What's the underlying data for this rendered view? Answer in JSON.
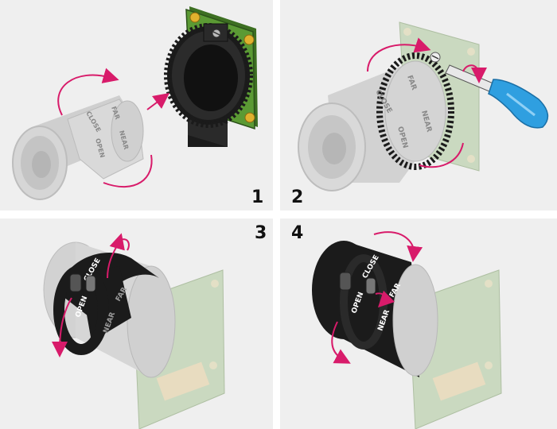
{
  "panels": [
    {
      "step": "1",
      "ring_labels": {
        "close": "CLOSE",
        "open": "OPEN",
        "far": "FAR",
        "near": "NEAR"
      }
    },
    {
      "step": "2",
      "ring_labels": {
        "close": "CLOSE",
        "open": "OPEN",
        "far": "FAR",
        "near": "NEAR"
      }
    },
    {
      "step": "3",
      "ring_labels": {
        "close": "CLOSE",
        "open": "OPEN",
        "far": "FAR",
        "near": "NEAR"
      }
    },
    {
      "step": "4",
      "ring_labels": {
        "close": "CLOSE",
        "open": "OPEN",
        "far": "FAR",
        "near": "NEAR"
      }
    }
  ],
  "colors": {
    "arrow": "#d81b6a",
    "pcb": "#4f8a2d",
    "pcb_ghost": "#c9d8bf",
    "lens_ghost": "#d2d2d2",
    "mount": "#1b1b1b",
    "screwdriver": "#2f9fe0",
    "panel_bg": "#efefef"
  },
  "icons": [
    "rotate-arrow-icon",
    "screwdriver-icon",
    "screw-icon"
  ]
}
